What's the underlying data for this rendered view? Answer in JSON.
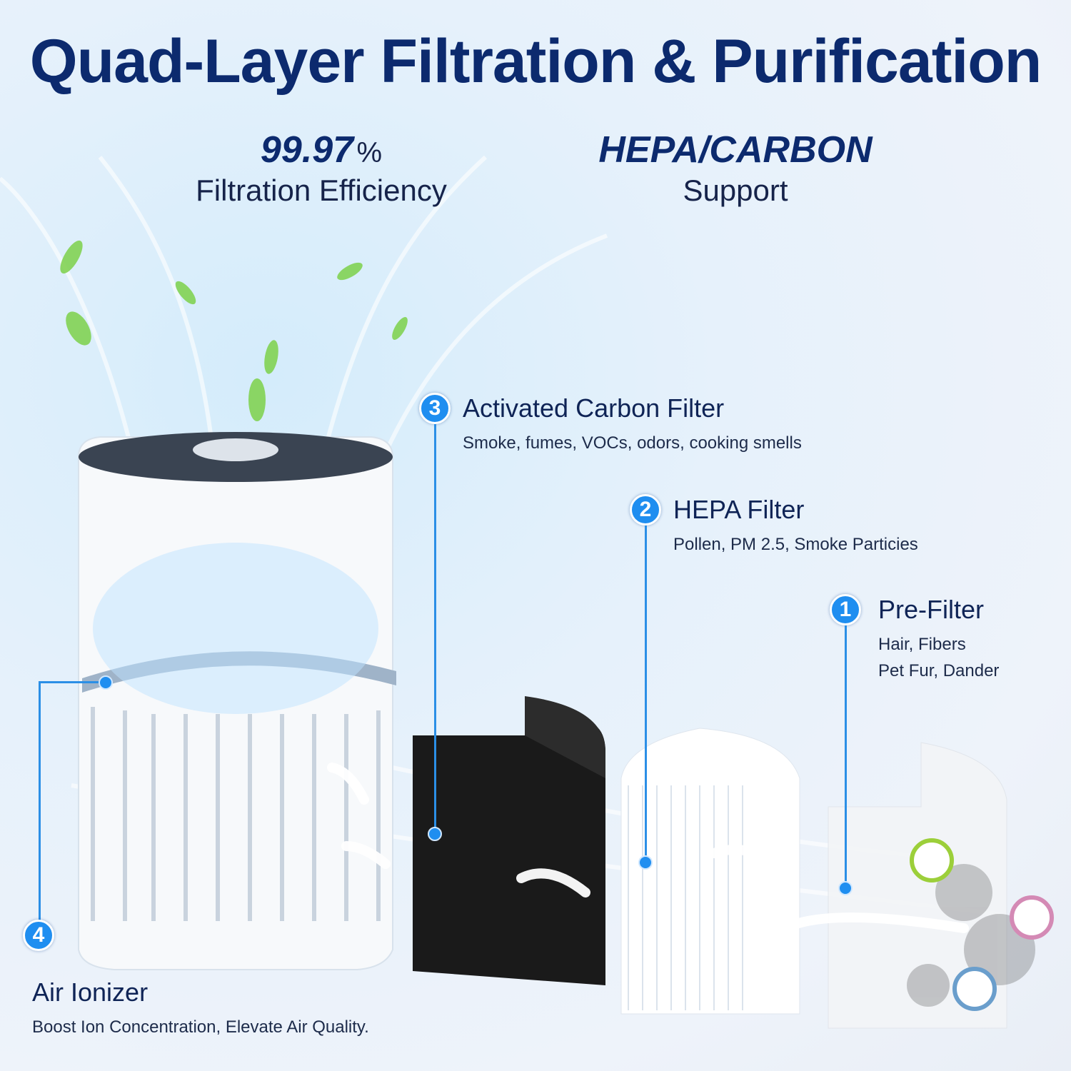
{
  "title": "Quad-Layer Filtration & Purification",
  "stats": [
    {
      "value": "99.97",
      "unit": "%",
      "label": "Filtration Efficiency"
    },
    {
      "value": "HEPA/CARBON",
      "label": "Support"
    }
  ],
  "layers": [
    {
      "number": "3",
      "name": "Activated Carbon Filter",
      "description": "Smoke, fumes, VOCs, odors, cooking smells"
    },
    {
      "number": "2",
      "name": "HEPA Filter",
      "description": "Pollen, PM 2.5, Smoke Particies"
    },
    {
      "number": "1",
      "name": "Pre-Filter",
      "description_lines": [
        "Hair, Fibers",
        "Pet Fur, Dander"
      ]
    },
    {
      "number": "4",
      "name": "Air Ionizer",
      "description": "Boost Ion Concentration, Elevate Air Quality."
    }
  ],
  "colors": {
    "title": "#0c2a6e",
    "accent": "#1f8ef0",
    "carbon": "#1a1a1a"
  }
}
